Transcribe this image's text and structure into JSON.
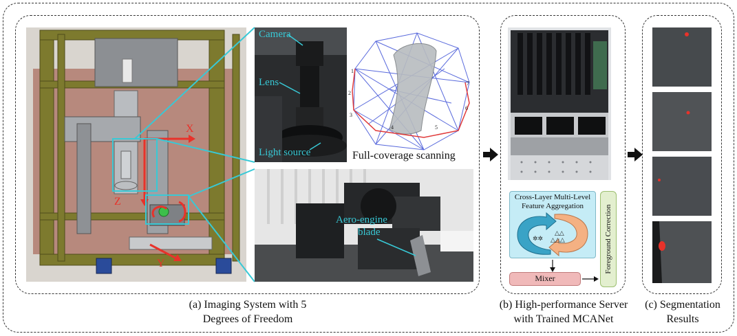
{
  "panel_a": {
    "labels": {
      "camera": "Camera",
      "lens": "Lens",
      "light_source": "Light source",
      "scanning": "Full-coverage scanning",
      "blade_line1": "Aero-engine",
      "blade_line2": "blade",
      "axis_x": "X",
      "axis_y": "Y",
      "axis_z": "Z"
    },
    "scan_points": [
      "1",
      "2",
      "3",
      "4",
      "5",
      "6",
      "7"
    ],
    "caption_line1": "(a) Imaging System with 5",
    "caption_line2": "Degrees of Freedom"
  },
  "panel_b": {
    "module_title_line1": "Cross-Layer Multi-Level",
    "module_title_line2": "Feature Aggregation",
    "side_label": "Foreground Correction",
    "mixer": "Mixer",
    "caption_line1": "(b) High-performance Server",
    "caption_line2": "with Trained MCANet"
  },
  "panel_c": {
    "caption_line1": "(c) Segmentation",
    "caption_line2": "Results"
  },
  "colors": {
    "frame_olive": "#7d7a2e",
    "axis_red": "#e8322a",
    "callout_cyan": "#38c9d6",
    "module_bg": "#c5ecf6",
    "mixer_bg": "#f0b9b9",
    "side_bg": "#e3efcf"
  }
}
